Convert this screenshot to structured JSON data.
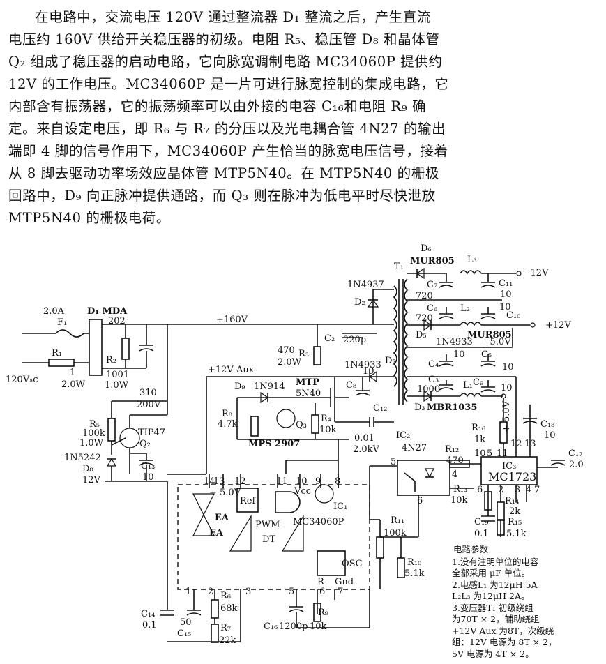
{
  "paragraph": {
    "lines": [
      "在电路中，交流电压 120V 通过整流器 D₁ 整流之后，产生直流",
      "电压约 160V 供给开关稳压器的初级。电阻 R₅、稳压管 D₈ 和晶体管",
      "Q₂ 组成了稳压器的启动电路，它向脉宽调制电路 MC34060P 提供约",
      "12V 的工作电压。MC34060P 是一片可进行脉宽控制的集成电路，它",
      "内部含有振荡器，它的振荡频率可以由外接的电容 C₁₆和电阻 R₉ 确",
      "定。来自设定电压，即 R₆ 与 R₇ 的分压以及光电耦合管 4N27 的输出",
      "端即 4 脚的信号作用下，MC34060P 产生恰当的脉宽电压信号，接着",
      "从 8 脚去驱动功率场效应晶体管 MTP5N40。在 MTP5N40 的栅极",
      "回路中，D₉ 向正脉冲提供通路，而 Q₃ 则在脉冲为低电平时尽快泄放",
      "MTP5N40 的栅极电荷。"
    ]
  },
  "schematic": {
    "input": {
      "fuse_rating": "2.0A",
      "fuse_ref": "F₁",
      "r1_ref": "R₁",
      "r1_value": "1",
      "r1_power": "2.0W",
      "ac_label": "120Vₐc"
    },
    "bridge": {
      "ref": "D₁ MDA",
      "part": "202"
    },
    "r2": {
      "ref": "R₂",
      "value": "1001",
      "power": "1.0W"
    },
    "bulk_cap": {
      "value": "310",
      "voltage": "200V"
    },
    "rail_160v": "+160V",
    "rail_aux": "+12V Aux",
    "startup": {
      "r5_ref": "R₅",
      "r5_value": "100k",
      "r5_power": "1.0W",
      "q2_ref": "Q₂",
      "q2_part": "TIP47",
      "d8_part": "1N5242",
      "d8_ref": "D₈",
      "d8_voltage": "12V",
      "c13_ref": "C₁₃",
      "c13_value": "10"
    },
    "snubber": {
      "r3_ref": "R₃",
      "r3_value": "470",
      "r3_power": "2.0W",
      "c2_ref": "C₂",
      "c2_value": "220p"
    },
    "d2": {
      "ref": "D₂",
      "part": "1N4937"
    },
    "transformer": {
      "ref": "T₁"
    },
    "outputs": {
      "d6_ref": "D₆",
      "d6_part": "MUR805",
      "l3_ref": "L₃",
      "neg12": "- 12V",
      "c7_ref": "C₇",
      "c7_value": "720",
      "c11_ref": "C₁₁",
      "c11_value": "10",
      "c6_ref": "C₆",
      "c6_value": "720",
      "l2_ref": "L₂",
      "c10_ref": "C₁₀",
      "c10_value": "10",
      "d5_ref": "D₅",
      "d5_part": "MUR805",
      "pos12": "+12V",
      "d4_part": "1N4933",
      "neg5": "- 5.0V",
      "c5_ref": "C₅",
      "c5_value": "10",
      "c4_ref": "C₄",
      "c4_value": "10",
      "c3_ref": "C₃",
      "c3_value": "1000",
      "l1_ref": "L₁",
      "c9_ref": "C₉",
      "c9_value": "10",
      "d3_ref": "D₃",
      "d3_part": "MBR1035",
      "pos5": "+ 5.0V"
    },
    "d7": {
      "ref": "D₇",
      "part": "1N4933",
      "value": "10"
    },
    "c8_ref": "C₈",
    "c12_ref": "C₁₂",
    "gate": {
      "d9_ref": "D₉",
      "d9_part": "1N914",
      "mosfet": "MTP",
      "mosfet2": "5N40",
      "r8_ref": "R₈",
      "r8_value": "4.7k",
      "q3_ref": "Q₃",
      "r4_ref": "R₄",
      "r4_value": "10k",
      "q3_part": "MPS 2907"
    },
    "coupling": {
      "c_value": "0.01",
      "c_voltage": "2.0kV",
      "ic2_ref": "IC₂",
      "ic2_part": "4N27"
    },
    "ic1": {
      "vref": "+ 5.0V",
      "pins_top": [
        "14",
        "13",
        "12",
        "11",
        "10",
        "9",
        "8"
      ],
      "ref_label": "Ref",
      "ea1": "EA",
      "ea2": "EA",
      "pwm": "PWM",
      "dt": "DT",
      "osc": "OSC",
      "vcc": "Vcc",
      "r_pin": "R",
      "gnd": "Gnd",
      "part": "MC34060P",
      "ref": "IC₁",
      "pins_bottom": [
        "1",
        "2",
        "3",
        "5",
        "6",
        "7"
      ]
    },
    "r6": {
      "ref": "R₆",
      "value": "68k"
    },
    "r7": {
      "ref": "R₇",
      "value": "22k"
    },
    "c14": {
      "ref": "C₁₄",
      "value": "0.1"
    },
    "c15": {
      "ref": "C₁₅",
      "value": "50"
    },
    "c16": {
      "ref": "C₁₆",
      "value": "1200p"
    },
    "r9": {
      "ref": "R₉",
      "value": "10k"
    },
    "r11": {
      "ref": "R₁₁",
      "value": "100k"
    },
    "r10": {
      "ref": "R₁₀",
      "value": "5.1k"
    },
    "r12": {
      "ref": "R₁₂",
      "value": "470"
    },
    "r16": {
      "ref": "R₁₆",
      "value": "1k"
    },
    "c18": {
      "ref": "C₁₈",
      "value": "10"
    },
    "c17": {
      "ref": "C₁₇",
      "value": "2.0"
    },
    "ic3": {
      "ref": "IC₃",
      "part": "MC1723",
      "pins": [
        "12",
        "13",
        "10",
        "5",
        "11",
        "6",
        "2",
        "3",
        "4",
        "7"
      ]
    },
    "r13": {
      "ref": "R₁₃",
      "value": "10k"
    },
    "r14": {
      "ref": "R₁₄",
      "value": "2k"
    },
    "c19": {
      "ref": "C₁₉",
      "value": "0.1"
    },
    "r15": {
      "ref": "R₁₅",
      "value": "5.1k"
    },
    "ic_pins_misc": [
      "5",
      "4",
      "6"
    ],
    "notes": {
      "title": "电路参数",
      "lines": [
        "1.没有注明单位的电容",
        "  全部采用 μF 单位。",
        "2.电感L₁ 为12μH  5A",
        "  L₂L₃ 为12μH  2A。",
        "3.变压器T₁ 初级绕组",
        "  为70T × 2，辅助绕组",
        "  +12V Aux 为8T，次级绕",
        "  组：12V 电源为 8T × 2，",
        "  5V 电源为 4T × 2。"
      ]
    }
  }
}
